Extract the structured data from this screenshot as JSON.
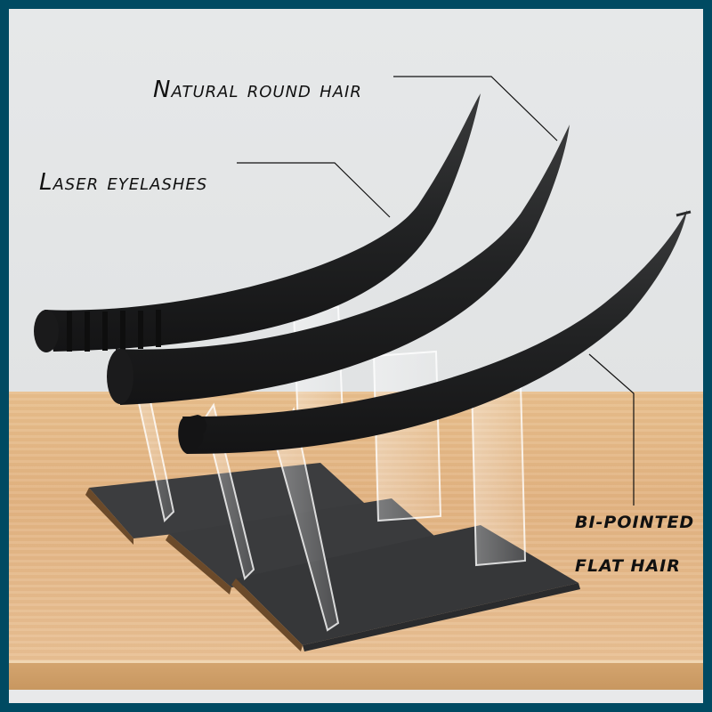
{
  "labels": {
    "natural_round_hair": "Natural round hair",
    "laser_eyelashes": "Laser eyelashes",
    "bi_pointed": "BI-POINTED",
    "flat_hair": "FLAT HAIR"
  },
  "colors": {
    "border": "#004a62",
    "wall": "#e4e6e7",
    "table": "#e4b887",
    "lash": "#1e1f20",
    "base": "#3a3b3d"
  }
}
